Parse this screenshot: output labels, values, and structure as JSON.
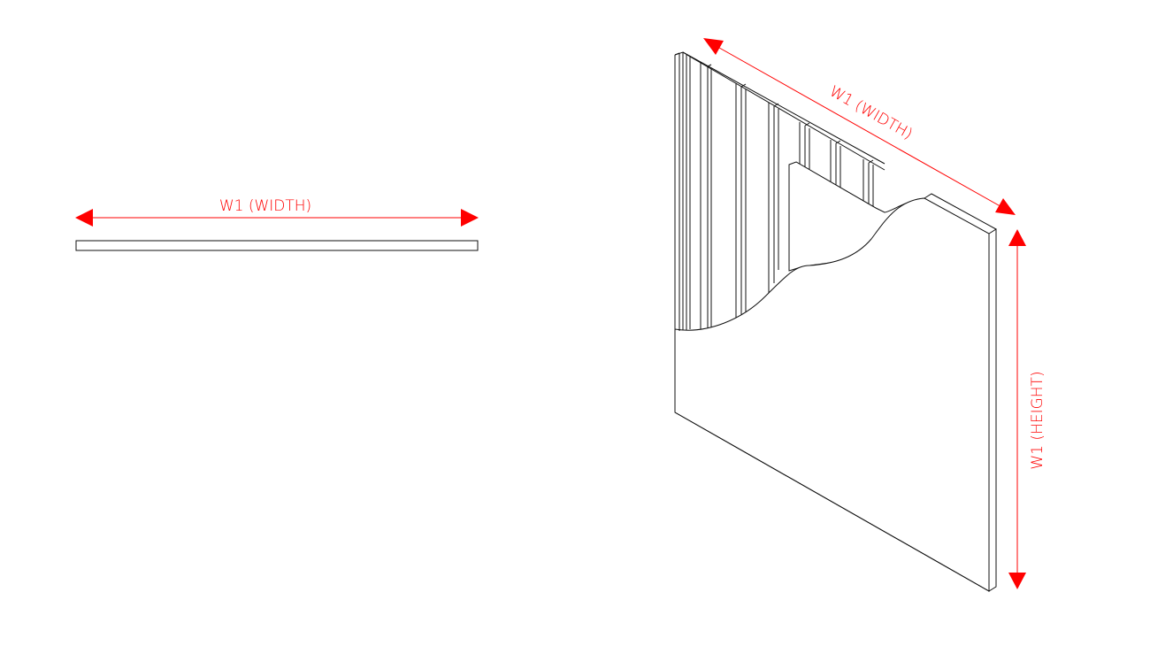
{
  "plan_view": {
    "dimension_label": "W1  (WIDTH)"
  },
  "iso_view": {
    "width_label": "W1  (WIDTH)",
    "height_label": "W1  (HEIGHT)"
  },
  "colors": {
    "dimension": "#ff0000",
    "line": "#111111",
    "background": "#ffffff"
  }
}
